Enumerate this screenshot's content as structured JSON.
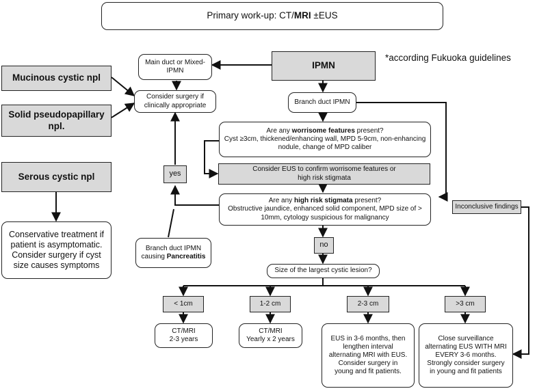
{
  "title": {
    "pre": "Primary work-up: CT/",
    "bold": "MRI",
    "post": " ±EUS"
  },
  "left": {
    "mucinous": "Mucinous cystic npl",
    "solid_l1": "Solid pseudopapillary",
    "solid_l2": "npl.",
    "serous": "Serous cystic npl",
    "conservative": [
      "Conservative treatment if",
      "patient is asymptomatic.",
      "Consider surgery if cyst",
      "size causes symptoms"
    ]
  },
  "main_duct": [
    "Main duct or Mixed-",
    "IPMN"
  ],
  "consider_surgery": [
    "Consider surgery if",
    "clinically appropriate"
  ],
  "ipmn": "IPMN",
  "note": "*according Fukuoka guidelines",
  "branch_duct": "Branch duct IPMN",
  "worrisome": {
    "q_pre": "Are any ",
    "q_bold": "worrisome features",
    "q_post": " present?",
    "lines": [
      "Cyst ≥3cm, thickened/enhancing wall, MPD 5-9cm, non-enhancing",
      "nodule, change of MPD caliber"
    ]
  },
  "consider_eus": [
    "Consider EUS to confirm worrisome features or",
    "high risk stigmata"
  ],
  "yes": "yes",
  "high_risk": {
    "q_pre": "Are any ",
    "q_bold": "high risk stigmata",
    "q_post": " present?",
    "lines": [
      "Obstructive jaundice, enhanced solid component, MPD size of >",
      "10mm, cytology suspicious for malignancy"
    ]
  },
  "inconclusive": "Inconclusive findings",
  "no": "no",
  "branch_pancreatitis": {
    "l1": "Branch duct IPMN",
    "l2_pre": "causing ",
    "l2_bold": "Pancreatitis"
  },
  "size_question": "Size of the largest cystic lesion?",
  "sizes": [
    "< 1cm",
    "1-2 cm",
    "2-3 cm",
    ">3 cm"
  ],
  "outcomes": [
    [
      "CT/MRI",
      "2-3 years"
    ],
    [
      "CT/MRI",
      "Yearly x 2 years"
    ],
    [
      "EUS in 3-6 months, then",
      "lengthen interval",
      "alternating MRI with EUS.",
      "Consider surgery in",
      "young and fit patients."
    ],
    [
      "Close surveillance",
      "alternating EUS WITH MRI",
      "EVERY 3-6 months.",
      "Strongly consider surgery",
      "in young and fit patients"
    ]
  ]
}
